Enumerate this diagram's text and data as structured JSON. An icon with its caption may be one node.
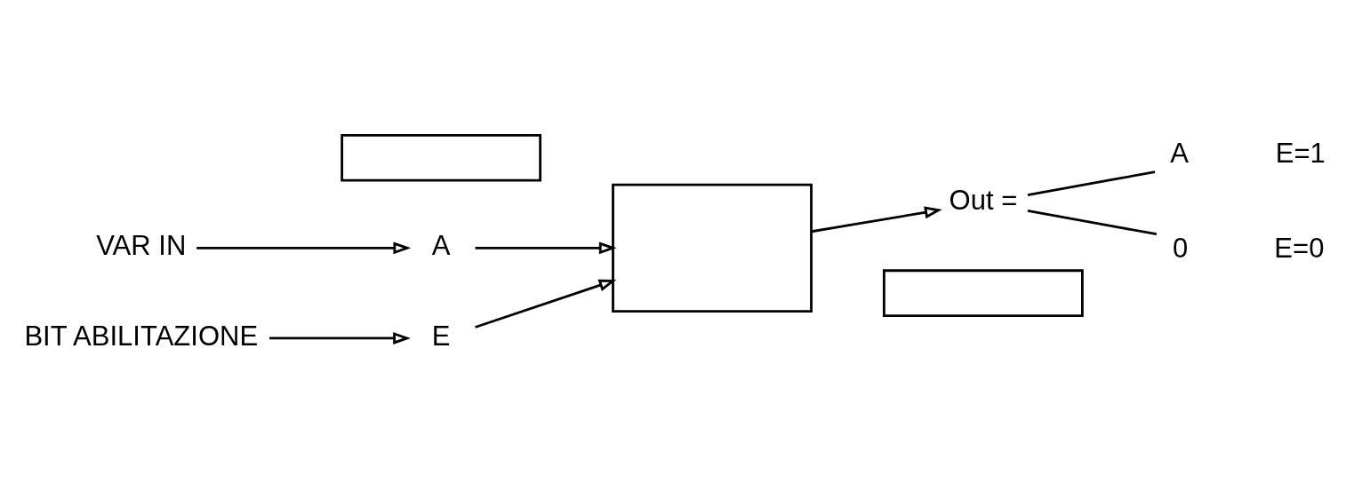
{
  "diagram": {
    "nodes": [
      {
        "text": [],
        "shape": "box"
      },
      {
        "text": [
          "A"
        ]
      },
      {
        "text": [
          "VAR IN"
        ]
      },
      {
        "text": [
          "E"
        ]
      },
      {
        "text": [
          "BIT ABILITAZIONE"
        ]
      },
      {
        "text": [],
        "shape": "box"
      },
      {
        "text": [
          "Out ="
        ]
      },
      {
        "text": [
          "A"
        ],
        "beside": [
          "E=1"
        ]
      },
      {
        "text": [
          "0"
        ],
        "beside": [
          "E=0"
        ]
      },
      {
        "text": [],
        "shape": "box"
      }
    ],
    "edges": [
      {
        "from": 2,
        "to": 1,
        "arrow": "to"
      },
      {
        "from": 4,
        "to": 3,
        "arrow": "to"
      },
      {
        "from": 1,
        "to": 5,
        "arrow": "to"
      },
      {
        "from": 3,
        "to": 5,
        "arrow": "to"
      },
      {
        "from": 5,
        "to": 6,
        "arrow": "to"
      },
      {
        "from": 6,
        "to": 7,
        "arrow": "none"
      },
      {
        "from": 6,
        "to": 8,
        "arrow": "none"
      }
    ]
  }
}
